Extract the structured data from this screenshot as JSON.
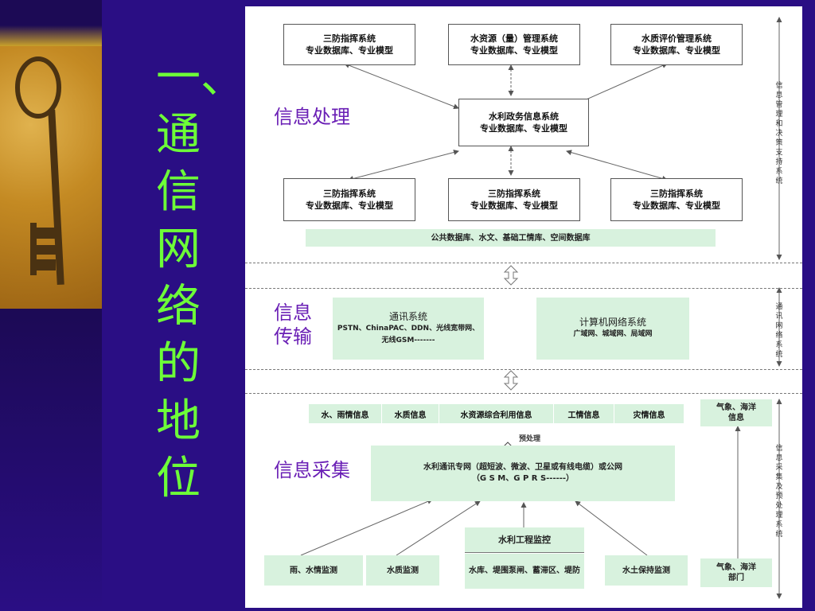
{
  "title_chars": [
    "一、",
    "通",
    "信",
    "网",
    "络",
    "的",
    "地",
    "位"
  ],
  "sections": {
    "processing": "信息处理",
    "transmission_l1": "信息",
    "transmission_l2": "传输",
    "collection": "信息采集"
  },
  "processing": {
    "top_boxes": [
      {
        "l1": "三防指挥系统",
        "l2": "专业数据库、专业模型"
      },
      {
        "l1": "水资源（量）管理系统",
        "l2": "专业数据库、专业模型"
      },
      {
        "l1": "水质评价管理系统",
        "l2": "专业数据库、专业模型"
      }
    ],
    "center_box": {
      "l1": "水利政务信息系统",
      "l2": "专业数据库、专业模型"
    },
    "bottom_boxes": [
      {
        "l1": "三防指挥系统",
        "l2": "专业数据库、专业模型"
      },
      {
        "l1": "三防指挥系统",
        "l2": "专业数据库、专业模型"
      },
      {
        "l1": "三防指挥系统",
        "l2": "专业数据库、专业模型"
      }
    ],
    "public_db": "公共数据库、水文、基础工情库、空间数据库",
    "side_label": "信息管理和决策支持系统"
  },
  "transmission": {
    "comm": {
      "title": "通讯系统",
      "detail": "PSTN、ChinaPAC、DDN、光线宽带网、无线GSM-------"
    },
    "network": {
      "title": "计算机网络系统",
      "detail": "广域网、城域网、局域网"
    },
    "side_label": "通讯网络系统"
  },
  "collection": {
    "info_cells": [
      "水、雨情信息",
      "水质信息",
      "水资源综合利用信息",
      "工情信息",
      "灾情信息"
    ],
    "weather_info": {
      "l1": "气象、海洋",
      "l2": "信息"
    },
    "preprocess": "预处理",
    "network_box": {
      "l1": "水利通讯专网（超短波、微波、卫星或有线电缆）或公网",
      "l2": "（G S M、G P R S------）"
    },
    "control_box": "水利工程监控",
    "bottom_boxes": [
      "雨、水情监测",
      "水质监测",
      "水库、堤围泵闸、蓄滞区、堤防",
      "水土保持监测"
    ],
    "weather_dept": {
      "l1": "气象、海洋",
      "l2": "部门"
    },
    "side_label": "信息采集及预处理系统"
  },
  "colors": {
    "background": "#2a0e84",
    "title": "#6dff38",
    "section_label": "#6a1fb5",
    "green_box": "#d8f2de"
  }
}
